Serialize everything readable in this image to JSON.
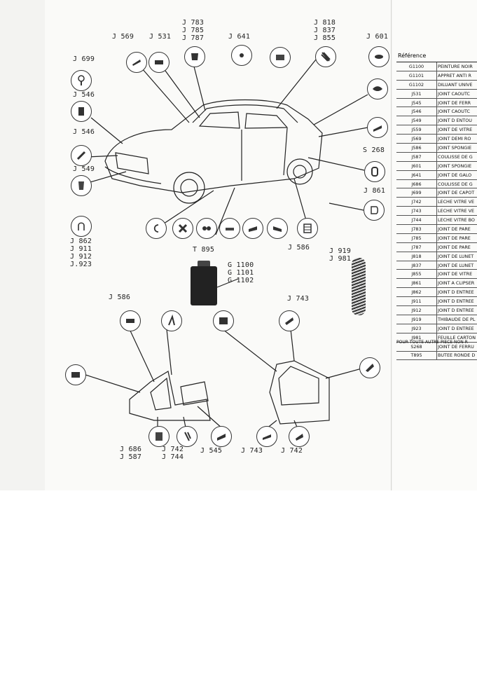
{
  "callout_labels": {
    "j569": [
      "J 569"
    ],
    "j531": [
      "J 531"
    ],
    "j783": [
      "J 783",
      "J 785",
      "J 787"
    ],
    "j641": [
      "J 641"
    ],
    "j818": [
      "J 818",
      "J 837",
      "J 855"
    ],
    "j601": [
      "J 601"
    ],
    "j699": [
      "J 699"
    ],
    "j546a": [
      "J 546"
    ],
    "j546b": [
      "J 546"
    ],
    "j549": [
      "J 549"
    ],
    "s268": [
      "S 268"
    ],
    "j861": [
      "J 861"
    ],
    "j862": [
      "J 862",
      "J 911",
      "J 912",
      "J.923"
    ],
    "t895": [
      "T 895"
    ],
    "j586a": [
      "J 586"
    ],
    "j919": [
      "J 919",
      "J 981"
    ],
    "g1100": [
      "G 1100",
      "G 1101",
      "G 1102"
    ],
    "j586b": [
      "J 586"
    ],
    "j743a": [
      "J 743"
    ],
    "j686": [
      "J 686",
      "J 587"
    ],
    "j742": [
      "J 742",
      "J 744"
    ],
    "j545": [
      "J 545"
    ],
    "j743b": [
      "J 743"
    ],
    "j742b": [
      "J 742"
    ]
  },
  "reference_table": {
    "header": "Référence",
    "rows": [
      {
        "code": "G1100",
        "desc": "PEINTURE NOIR"
      },
      {
        "code": "G1101",
        "desc": "APPRET ANTI R"
      },
      {
        "code": "G1102",
        "desc": "DILUANT UNIVE"
      },
      {
        "code": "J531",
        "desc": "JOINT CAOUTC"
      },
      {
        "code": "J545",
        "desc": "JOINT DE FERR"
      },
      {
        "code": "J546",
        "desc": "JOINT CAOUTC"
      },
      {
        "code": "J549",
        "desc": "JOINT D ENTOU"
      },
      {
        "code": "J559",
        "desc": "JOINT DE VITRE"
      },
      {
        "code": "J569",
        "desc": "JOINT DEMI RO"
      },
      {
        "code": "J586",
        "desc": "JOINT SPONGIE"
      },
      {
        "code": "J587",
        "desc": "COULISSE DE G"
      },
      {
        "code": "J601",
        "desc": "JOINT SPONGIE"
      },
      {
        "code": "J641",
        "desc": "JOINT DE GALO"
      },
      {
        "code": "J686",
        "desc": "COULISSE DE G"
      },
      {
        "code": "J699",
        "desc": "JOINT DE CAPOT"
      },
      {
        "code": "J742",
        "desc": "LECHE VITRE VE"
      },
      {
        "code": "J743",
        "desc": "LECHE VITRE VE"
      },
      {
        "code": "J744",
        "desc": "LECHE VITRE BO"
      },
      {
        "code": "J783",
        "desc": "JOINT DE PARE"
      },
      {
        "code": "J785",
        "desc": "JOINT DE PARE"
      },
      {
        "code": "J787",
        "desc": "JOINT DE PARE"
      },
      {
        "code": "J818",
        "desc": "JOINT DE LUNET"
      },
      {
        "code": "J837",
        "desc": "JOINT DE LUNET"
      },
      {
        "code": "J855",
        "desc": "JOINT DE VITRE"
      },
      {
        "code": "J861",
        "desc": "JOINT A CLIPSER"
      },
      {
        "code": "J862",
        "desc": "JOINT D ENTREE"
      },
      {
        "code": "J911",
        "desc": "JOINT D ENTREE"
      },
      {
        "code": "J912",
        "desc": "JOINT D ENTREE"
      },
      {
        "code": "J919",
        "desc": "THIBAUDE DE PL"
      },
      {
        "code": "J923",
        "desc": "JOINT D ENTREE"
      },
      {
        "code": "J981",
        "desc": "FEUILLE CARTON"
      },
      {
        "code": "S268",
        "desc": "JOINT DE FERRU"
      },
      {
        "code": "T895",
        "desc": "BUTEE RONDE D"
      }
    ],
    "footnote": "POUR TOUTE AUTRE PIECE NON R"
  }
}
